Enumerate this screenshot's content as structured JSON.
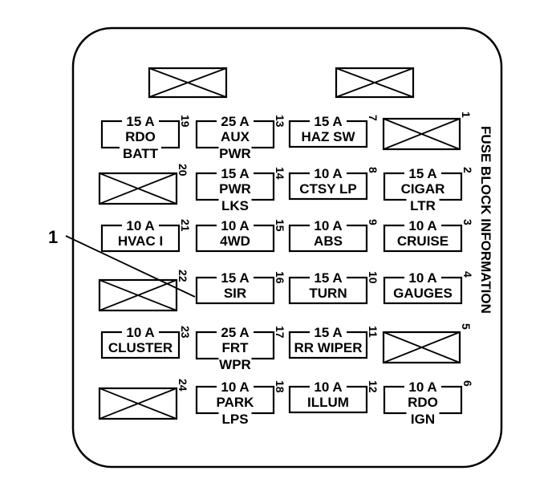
{
  "diagram": {
    "side_label": "FUSE BLOCK INFORMATION",
    "callout_number": "1",
    "spares": [
      {
        "id": "top-left"
      },
      {
        "id": "top-right"
      },
      {
        "id": "slot-1"
      },
      {
        "id": "slot-20"
      },
      {
        "id": "slot-22"
      },
      {
        "id": "slot-5"
      },
      {
        "id": "slot-24"
      }
    ],
    "fuses": [
      {
        "number": "19",
        "amps": "15 A",
        "lines": [
          "RDO",
          "BATT"
        ]
      },
      {
        "number": "13",
        "amps": "25 A",
        "lines": [
          "AUX",
          "PWR"
        ]
      },
      {
        "number": "7",
        "amps": "15 A",
        "lines": [
          "HAZ SW"
        ]
      },
      {
        "number": "14",
        "amps": "15 A",
        "lines": [
          "PWR",
          "LKS"
        ]
      },
      {
        "number": "8",
        "amps": "10 A",
        "lines": [
          "CTSY LP"
        ]
      },
      {
        "number": "2",
        "amps": "15 A",
        "lines": [
          "CIGAR",
          "LTR"
        ]
      },
      {
        "number": "21",
        "amps": "10 A",
        "lines": [
          "HVAC I"
        ]
      },
      {
        "number": "15",
        "amps": "10 A",
        "lines": [
          "4WD"
        ]
      },
      {
        "number": "9",
        "amps": "10 A",
        "lines": [
          "ABS"
        ]
      },
      {
        "number": "3",
        "amps": "10 A",
        "lines": [
          "CRUISE"
        ]
      },
      {
        "number": "16",
        "amps": "15 A",
        "lines": [
          "SIR"
        ]
      },
      {
        "number": "10",
        "amps": "15 A",
        "lines": [
          "TURN"
        ]
      },
      {
        "number": "4",
        "amps": "10 A",
        "lines": [
          "GAUGES"
        ]
      },
      {
        "number": "23",
        "amps": "10 A",
        "lines": [
          "CLUSTER"
        ]
      },
      {
        "number": "17",
        "amps": "25 A",
        "lines": [
          "FRT",
          "WPR"
        ]
      },
      {
        "number": "11",
        "amps": "15 A",
        "lines": [
          "RR WIPER"
        ]
      },
      {
        "number": "18",
        "amps": "10 A",
        "lines": [
          "PARK",
          "LPS"
        ]
      },
      {
        "number": "12",
        "amps": "10 A",
        "lines": [
          "ILLUM"
        ]
      },
      {
        "number": "6",
        "amps": "10 A",
        "lines": [
          "RDO",
          "IGN"
        ]
      }
    ]
  }
}
